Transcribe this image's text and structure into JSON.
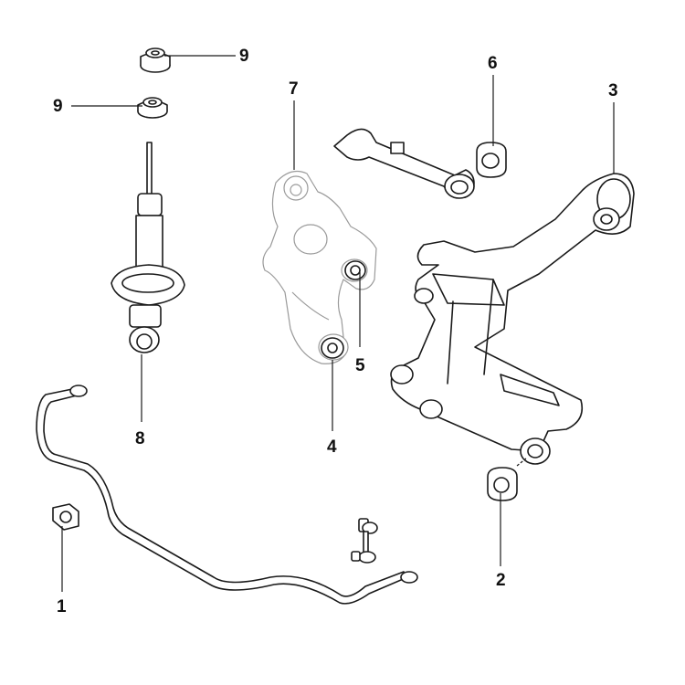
{
  "callouts": {
    "c1": "1",
    "c2": "2",
    "c3": "3",
    "c4": "4",
    "c5": "5",
    "c6": "6",
    "c7": "7",
    "c8": "8",
    "c9a": "9",
    "c9b": "9"
  },
  "colors": {
    "line": "#1a1a1a",
    "ghost": "#9a9a9a",
    "background": "#ffffff"
  }
}
